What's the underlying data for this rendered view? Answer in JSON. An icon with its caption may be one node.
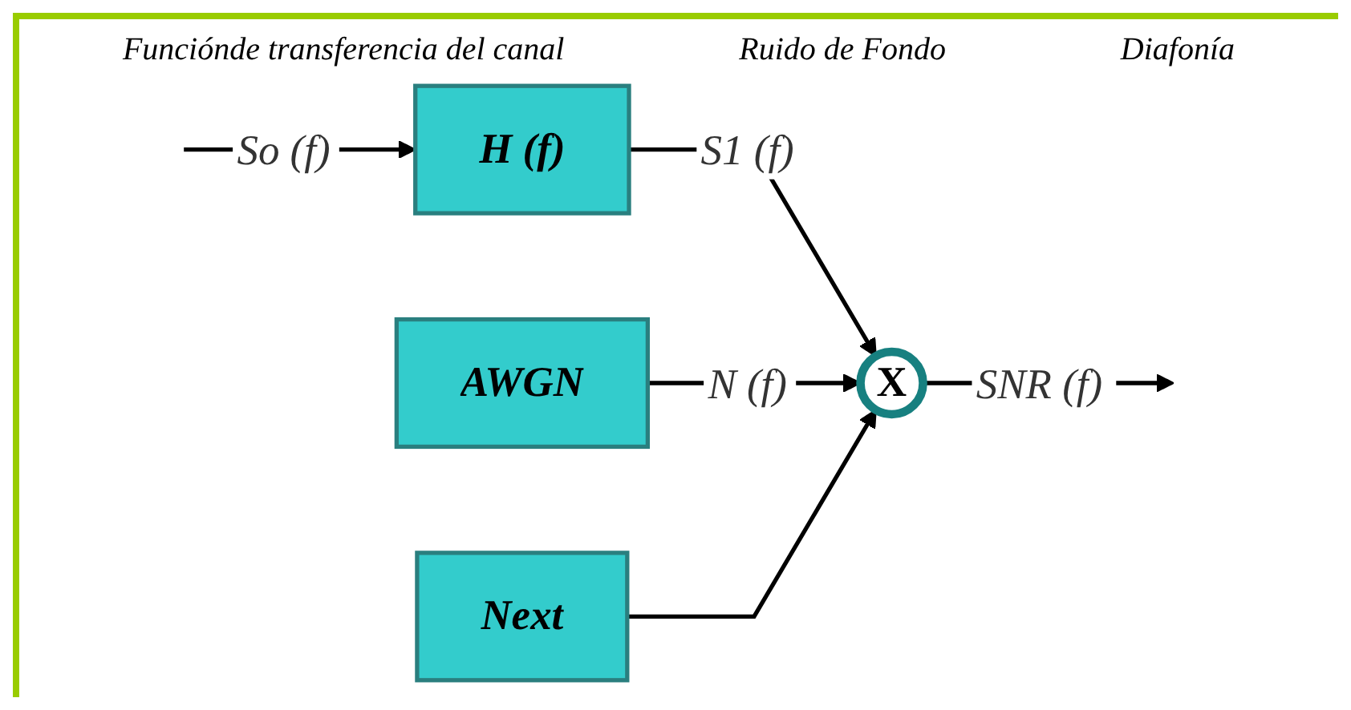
{
  "diagram": {
    "nodes": [
      {
        "text": [
          "AWGN"
        ]
      },
      {
        "text": [
          "H (f)"
        ]
      },
      {
        "text": [
          "X"
        ]
      },
      {
        "text": [
          "Next"
        ]
      }
    ],
    "edges": [
      {
        "from": null,
        "to": 1,
        "arrow": "to",
        "label": "So (f)"
      },
      {
        "from": 1,
        "to": 2,
        "arrow": "to",
        "label": "S1 (f)"
      },
      {
        "from": 0,
        "to": 2,
        "arrow": "to",
        "label": "N (f)"
      },
      {
        "from": 3,
        "to": 2,
        "arrow": "to"
      },
      {
        "from": 2,
        "to": null,
        "arrow": "to",
        "label": "SNR (f)"
      }
    ],
    "labels": [
      "Funciónde transferencia del canal",
      "Ruido de Fondo",
      "Diafonía"
    ]
  }
}
